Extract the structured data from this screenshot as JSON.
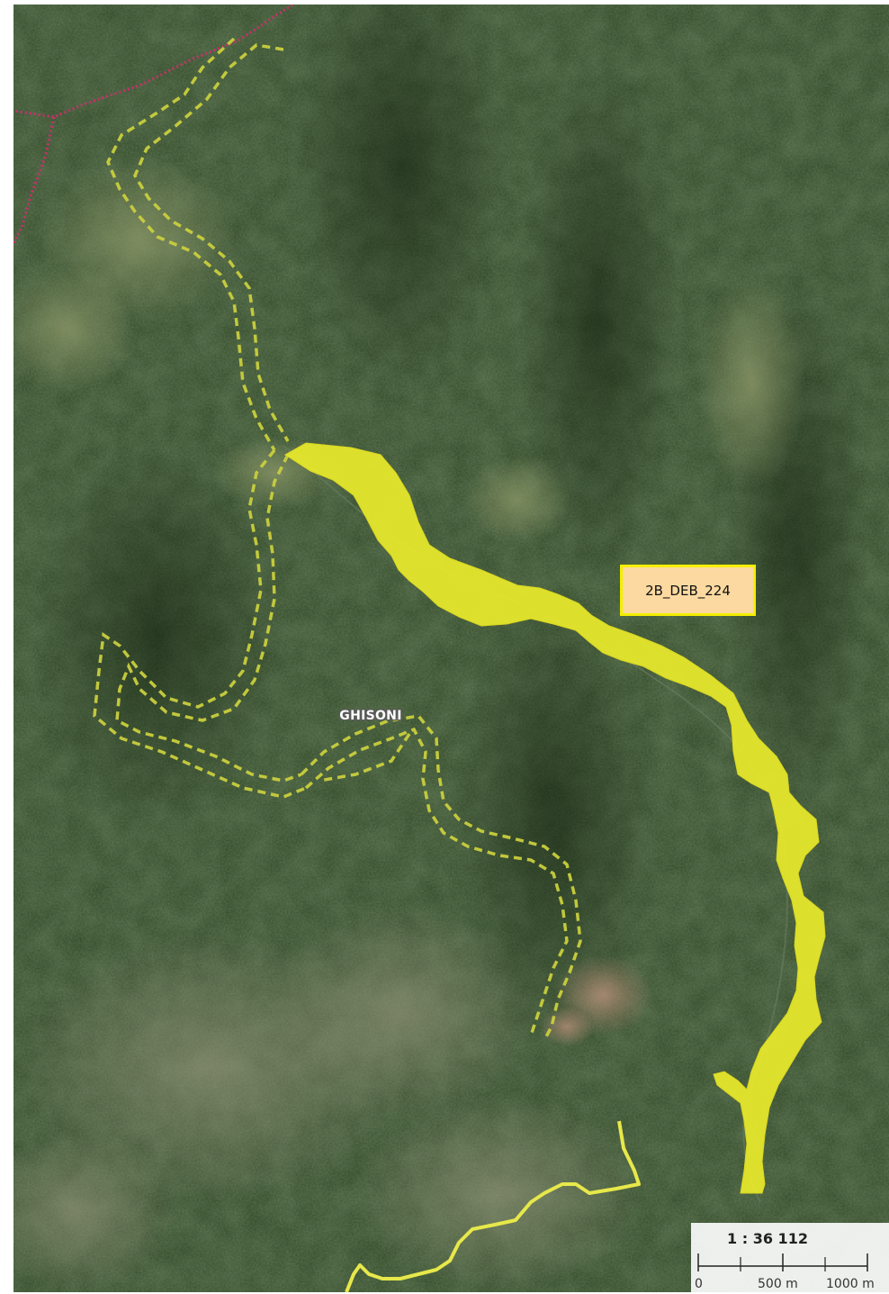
{
  "map": {
    "basemap": "aerial-imagery",
    "colors": {
      "highlight_polygon": "#e9ea2a",
      "dashed_buffer": "#c9cf3d",
      "road_line": "#e7e84a",
      "boundary_line": "#c8306a",
      "forest_dark": "#223a1c"
    }
  },
  "place_label": "GHISONI",
  "feature_label": "2B_DEB_224",
  "scale": {
    "ratio": "1 : 36 112",
    "ticks": [
      "0",
      "500 m",
      "1000 m"
    ]
  }
}
